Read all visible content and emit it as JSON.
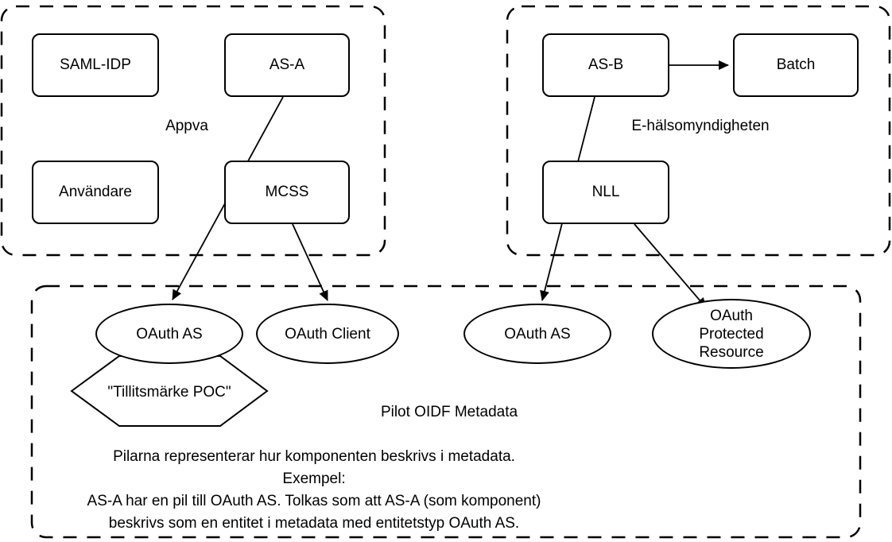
{
  "diagram": {
    "groups": {
      "appva": {
        "label": "Appva",
        "nodes": {
          "saml_idp": "SAML-IDP",
          "as_a": "AS-A",
          "anvandare": "Användare",
          "mcss": "MCSS"
        }
      },
      "ehalsomyndigheten": {
        "label": "E-hälsomyndigheten",
        "nodes": {
          "as_b": "AS-B",
          "batch": "Batch",
          "nll": "NLL"
        }
      },
      "pilot_oidf": {
        "label": "Pilot OIDF Metadata",
        "nodes": {
          "oauth_as_left": "OAuth AS",
          "oauth_client": "OAuth Client",
          "oauth_as_right": "OAuth AS",
          "oauth_protected_resource": "OAuth Protected Resource",
          "tillitsmarke_poc": "\"Tillitsmärke POC\""
        }
      }
    },
    "edges": [
      {
        "from": "AS-A",
        "to": "OAuth AS"
      },
      {
        "from": "MCSS",
        "to": "OAuth Client"
      },
      {
        "from": "AS-B",
        "to": "Batch"
      },
      {
        "from": "AS-B",
        "to": "OAuth AS"
      },
      {
        "from": "NLL",
        "to": "OAuth Protected Resource"
      }
    ],
    "note": "Pilarna representerar hur komponenten beskrivs i metadata. Exempel:\nAS-A har en pil till OAuth AS. Tolkas som att AS-A (som komponent)\nbeskrivs som en entitet i metadata med entitetstyp OAuth AS.",
    "colors": {
      "stroke": "#000000",
      "background": "#ffffff"
    }
  }
}
